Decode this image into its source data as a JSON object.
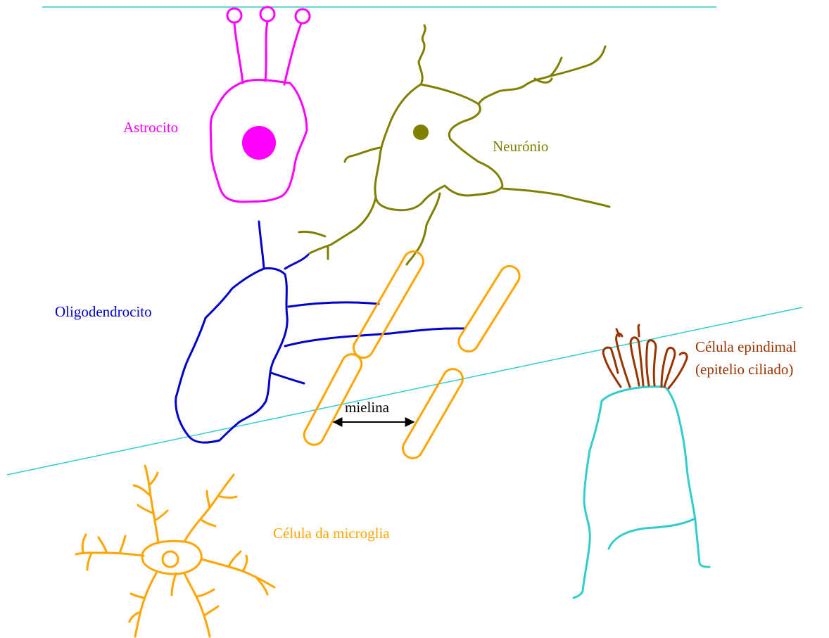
{
  "labels": {
    "astrocito": "Astrocito",
    "neuronio": "Neurónio",
    "oligodendrocito": "Oligodendrocito",
    "celula_epindimal_line1": "Célula epindimal",
    "celula_epindimal_line2": "(epitelio ciliado)",
    "mielina": "mielina",
    "microglia": "Célula da microglia"
  },
  "colors": {
    "astrocito": "#ff00ff",
    "neuronio": "#808000",
    "oligodendrocito": "#0000cc",
    "mielina": "#ffa500",
    "microglia": "#ffa500",
    "epindimal_body": "#33cccc",
    "epindimal_cilia": "#993300",
    "boundary_lines": "#33cccc",
    "arrow": "#000000"
  }
}
